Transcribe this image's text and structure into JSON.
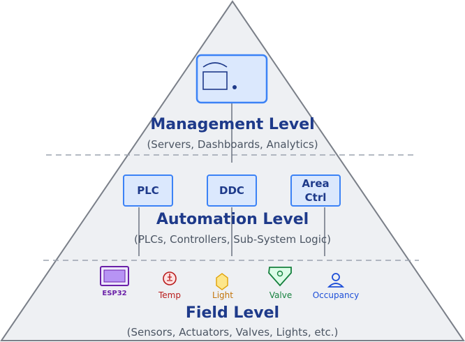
{
  "management": {
    "title": "Management Level",
    "subtitle": "(Servers, Dashboards, Analytics)"
  },
  "automation": {
    "title": "Automation Level",
    "subtitle": "(PLCs, Controllers, Sub-System Logic)",
    "controllers": [
      "PLC",
      "DDC",
      "Area\nCtrl"
    ]
  },
  "field": {
    "title": "Field Level",
    "subtitle": "(Sensors, Actuators, Valves, Lights, etc.)",
    "devices": [
      {
        "label": "ESP32",
        "icon": "esp32-board-icon",
        "color": "#6b21a8"
      },
      {
        "label": "Temp",
        "icon": "thermometer-icon",
        "color": "#b91c1c"
      },
      {
        "label": "Light",
        "icon": "lightbulb-icon",
        "color": "#c2740a"
      },
      {
        "label": "Valve",
        "icon": "valve-icon",
        "color": "#15803d"
      },
      {
        "label": "Occupancy",
        "icon": "person-icon",
        "color": "#1d4ed8"
      }
    ]
  },
  "colors": {
    "pyramid_fill": "#eef0f3",
    "pyramid_stroke": "#7a7f88",
    "box_fill": "#dbe8fd",
    "box_stroke": "#3b82f6",
    "title": "#1e3a8a"
  }
}
